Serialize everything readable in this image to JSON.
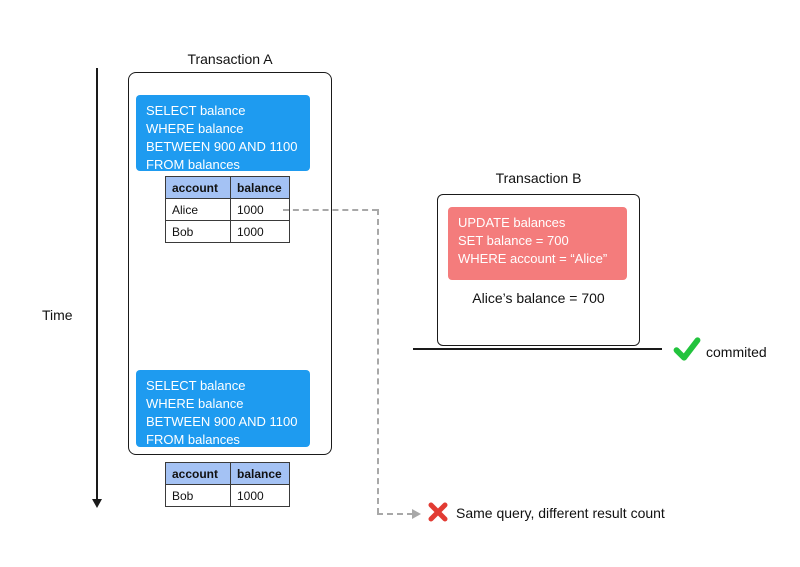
{
  "colors": {
    "sql_blue": "#1E9BF0",
    "table_header_blue": "#A4C2F4",
    "update_red": "#F47C7C",
    "check_green": "#22C33D",
    "x_red": "#E23B33",
    "dash_gray": "#A8A8A8"
  },
  "time_axis": {
    "label": "Time"
  },
  "transaction_a": {
    "title": "Transaction A",
    "query_top": {
      "lines": [
        "SELECT balance",
        "WHERE balance",
        "BETWEEN 900 AND 1100",
        "FROM balances"
      ]
    },
    "query_bottom": {
      "lines": [
        "SELECT balance",
        "WHERE balance",
        "BETWEEN 900 AND 1100",
        "FROM balances"
      ]
    },
    "result_table_top": {
      "headers": [
        "account",
        "balance"
      ],
      "rows": [
        [
          "Alice",
          "1000"
        ],
        [
          "Bob",
          "1000"
        ]
      ]
    },
    "result_table_bottom": {
      "headers": [
        "account",
        "balance"
      ],
      "rows": [
        [
          "Bob",
          "1000"
        ]
      ]
    }
  },
  "transaction_b": {
    "title": "Transaction B",
    "update_query": {
      "lines": [
        "UPDATE balances",
        "SET balance = 700",
        "WHERE account = “Alice”"
      ]
    },
    "result_text": "Alice’s balance = 700",
    "status": "commited"
  },
  "annotation": {
    "text": "Same query, different result count"
  }
}
